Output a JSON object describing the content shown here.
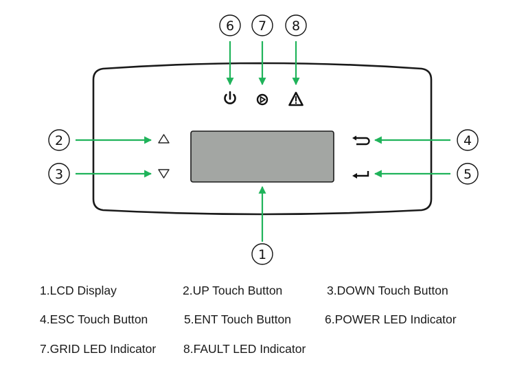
{
  "callouts": [
    {
      "id": 1,
      "label": "1"
    },
    {
      "id": 2,
      "label": "2"
    },
    {
      "id": 3,
      "label": "3"
    },
    {
      "id": 4,
      "label": "4"
    },
    {
      "id": 5,
      "label": "5"
    },
    {
      "id": 6,
      "label": "6"
    },
    {
      "id": 7,
      "label": "7"
    },
    {
      "id": 8,
      "label": "8"
    }
  ],
  "colors": {
    "arrow": "#1fb35a",
    "panel_outline": "#1a1a1a",
    "lcd_fill": "#a3a6a3"
  },
  "icons": {
    "power": "power-icon",
    "grid": "grid-icon",
    "fault": "warning-triangle-icon",
    "up": "up-triangle-icon",
    "down": "down-triangle-icon",
    "esc": "esc-return-icon",
    "ent": "enter-icon"
  },
  "legend": [
    "1.LCD Display",
    "2.UP Touch Button",
    "3.DOWN Touch Button",
    "4.ESC Touch Button",
    "5.ENT Touch Button",
    "6.POWER LED Indicator",
    "7.GRID LED Indicator",
    "8.FAULT LED Indicator"
  ]
}
